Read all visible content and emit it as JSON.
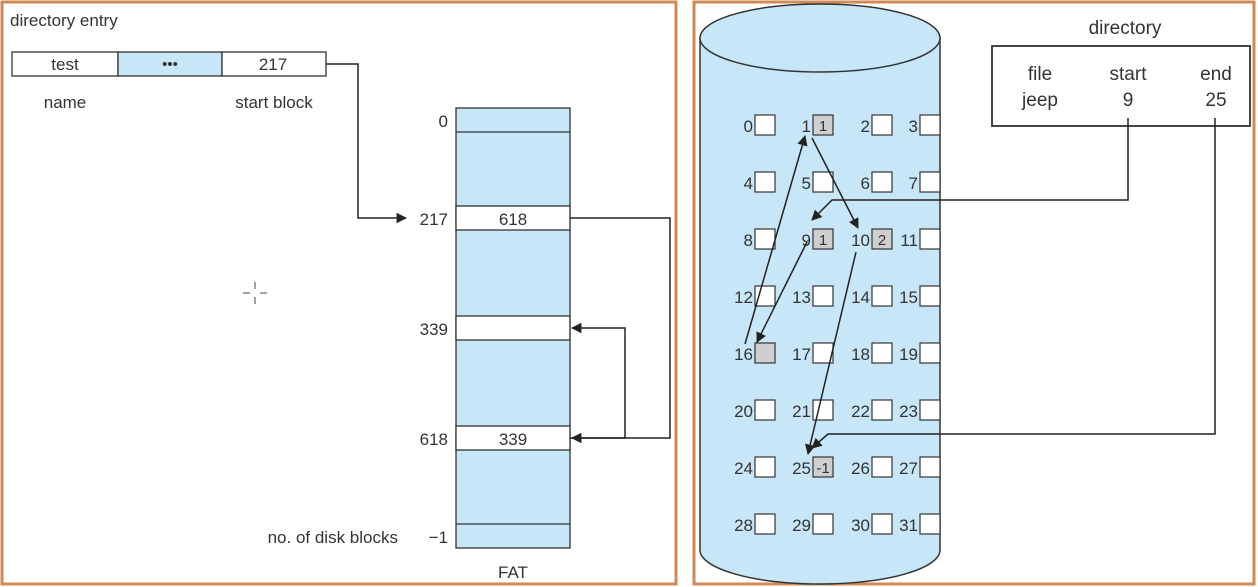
{
  "left_panel": {
    "caption": "directory entry",
    "entry": {
      "name": "test",
      "ellipsis": "•••",
      "start": "217"
    },
    "name_label": "name",
    "start_label": "start block",
    "fat_label": "FAT",
    "rows": [
      {
        "index": "0",
        "value": ""
      },
      {
        "index": "217",
        "value": "618"
      },
      {
        "index": "339",
        "value": ""
      },
      {
        "index": "618",
        "value": "339"
      },
      {
        "index": "−1",
        "value": ""
      }
    ],
    "last_row_label": "no. of disk blocks",
    "cursor": "crosshair-cursor-icon"
  },
  "right_panel": {
    "directory_title": "directory",
    "directory_headers": [
      "file",
      "start",
      "end"
    ],
    "directory_values": [
      "jeep",
      "9",
      "25"
    ],
    "blocks": [
      [
        "0",
        "1",
        "2",
        "3"
      ],
      [
        "4",
        "5",
        "6",
        "7"
      ],
      [
        "8",
        "9",
        "10",
        "11"
      ],
      [
        "12",
        "13",
        "14",
        "15"
      ],
      [
        "16",
        "17",
        "18",
        "19"
      ],
      [
        "20",
        "21",
        "22",
        "23"
      ],
      [
        "24",
        "25",
        "26",
        "27"
      ],
      [
        "28",
        "29",
        "30",
        "31"
      ]
    ],
    "filled_blocks": [
      {
        "block": "1",
        "mark": "1"
      },
      {
        "block": "9",
        "mark": "1"
      },
      {
        "block": "10",
        "mark": "2"
      },
      {
        "block": "16",
        "mark": ""
      },
      {
        "block": "25",
        "mark": "-1"
      }
    ]
  },
  "colors": {
    "border": "#d08a55",
    "fill_blue": "#c7e6f7",
    "block_gray": "#cfcfcf"
  }
}
